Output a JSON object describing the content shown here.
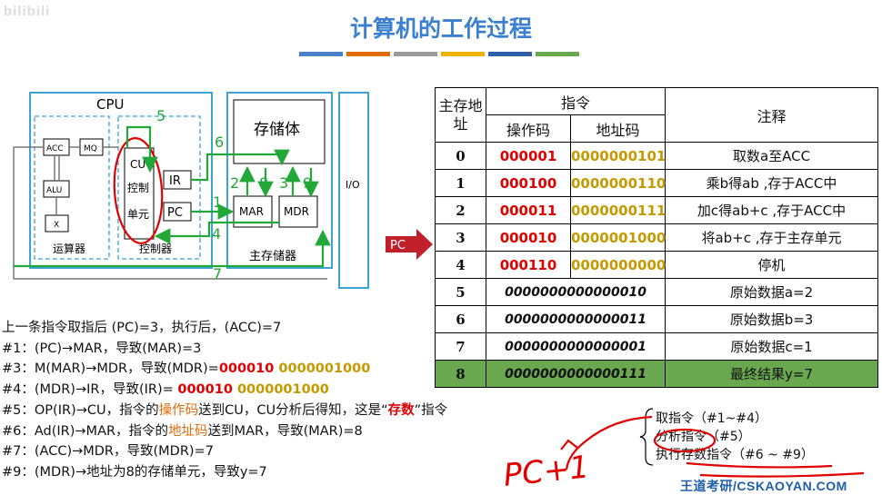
{
  "watermark": "bilibili",
  "title": "计算机的工作过程",
  "title_bar_colors": [
    "#4a7fc9",
    "#e36c0a",
    "#9a9a9a",
    "#f0b400",
    "#2e5fa8",
    "#6aa84f"
  ],
  "diagram": {
    "cpu_label": "CPU",
    "acc": "ACC",
    "mq": "MQ",
    "alu": "ALU",
    "x": "X",
    "alu_group": "运算器",
    "cu_lines": [
      "CU",
      "控制",
      "单元"
    ],
    "ir": "IR",
    "pc": "PC",
    "controller_group": "控制器",
    "storage_body": "存储体",
    "mar": "MAR",
    "mdr": "MDR",
    "main_memory": "主存储器",
    "io": "I/O",
    "step_numbers": [
      "5",
      "6",
      "2",
      "8",
      "3",
      "9",
      "1",
      "4",
      "7"
    ]
  },
  "table": {
    "headers": {
      "addr": "主存地址",
      "instr": "指令",
      "op": "操作码",
      "ad": "地址码",
      "note": "注释"
    },
    "rows": [
      {
        "addr": "0",
        "op": "000001",
        "ad": "0000000101",
        "note": "取数a至ACC"
      },
      {
        "addr": "1",
        "op": "000100",
        "ad": "0000000110",
        "note": "乘b得ab ,存于ACC中"
      },
      {
        "addr": "2",
        "op": "000011",
        "ad": "0000000111",
        "note": "加c得ab+c ,存于ACC中"
      },
      {
        "addr": "3",
        "op": "000010",
        "ad": "0000001000",
        "note": "将ab+c ,存于主存单元"
      },
      {
        "addr": "4",
        "op": "000110",
        "ad": "0000000000",
        "note": "停机"
      },
      {
        "addr": "5",
        "data": "0000000000000010",
        "note": "原始数据a=2"
      },
      {
        "addr": "6",
        "data": "0000000000000011",
        "note": "原始数据b=3"
      },
      {
        "addr": "7",
        "data": "0000000000000001",
        "note": "原始数据c=1"
      },
      {
        "addr": "8",
        "data": "0000000000000111",
        "note": "最终结果y=7"
      }
    ]
  },
  "pc_pointer": "PC",
  "steps": {
    "line0": "上一条指令取指后 (PC)=3，执行后，(ACC)=7",
    "line1": "#1：(PC)→MAR，导致(MAR)=3",
    "line2a": "#3：M(MAR)→MDR，导致(MDR)=",
    "line2op": "000010",
    "line2ad": " 0000001000",
    "line3a": "#4：(MDR)→IR，导致(IR)= ",
    "line3op": "000010",
    "line3ad": " 0000001000",
    "line4a": "#5：OP(IR)→CU，指令的",
    "line4b": "操作码",
    "line4c": "送到CU，CU分析后得知，这是“",
    "line4d": "存数",
    "line4e": "”指令",
    "line5a": "#6：Ad(IR)→MAR，指令的",
    "line5b": "地址码",
    "line5c": "送到MAR，导致(MAR)=8",
    "line6": "#7：(ACC)→MDR，导致(MDR)=7",
    "line7": "#9：(MDR)→地址为8的存储单元，导致y=7"
  },
  "phase_notes": {
    "fetch": "取指令（#1~#4）",
    "analyze": "分析指令（#5）",
    "execute": "执行存数指令（#6 ~ #9）",
    "handwritten": "PC+1"
  },
  "footer": "王道考研/CSKAOYAN.COM"
}
